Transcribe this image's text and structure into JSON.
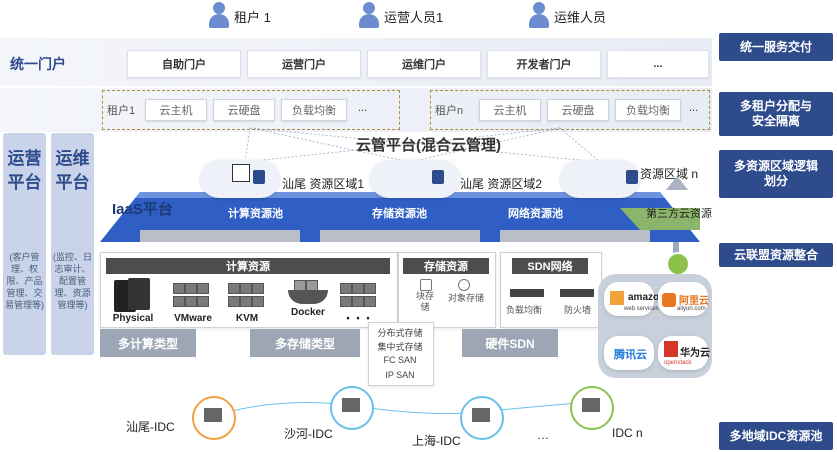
{
  "users": [
    "租户 1",
    "运营人员1",
    "运维人员"
  ],
  "portal": {
    "label": "统一门户",
    "items": [
      "自助门户",
      "运营门户",
      "运维门户",
      "开发者门户",
      "..."
    ]
  },
  "tenants": [
    {
      "name": "租户1",
      "services": [
        "云主机",
        "云硬盘",
        "负载均衡",
        "..."
      ]
    },
    {
      "name": "租户n",
      "services": [
        "云主机",
        "云硬盘",
        "负载均衡",
        "..."
      ]
    }
  ],
  "cmp_title": "云管平台(混合云管理)",
  "iaas_label": "IaaS平台",
  "zones": [
    "汕尾 资源区域1",
    "汕尾 资源区域2",
    "资源区域  n"
  ],
  "pools": [
    "计算资源池",
    "存储资源池",
    "网络资源池"
  ],
  "third_party": "第三方云资源",
  "ops_platform": {
    "title": "运营平台",
    "desc": "(客户管理、权限、产品管理、交易管理等)"
  },
  "om_platform": {
    "title": "运维平台",
    "desc": "(监控、日志审计、配置管理、资源管理等)"
  },
  "compute": {
    "title": "计算资源",
    "items": [
      "Physical",
      "VMware",
      "KVM",
      "Docker",
      "・・・"
    ],
    "type_label": "多计算类型"
  },
  "storage": {
    "title": "存储资源",
    "items": [
      "块存储",
      "对象存储"
    ],
    "list": [
      "分布式存储",
      "集中式存储",
      "FC SAN",
      "IP SAN"
    ],
    "type_label": "多存储类型"
  },
  "sdn": {
    "title": "SDN网络",
    "items": [
      "负载均衡",
      "防火墙"
    ],
    "type_label": "硬件SDN"
  },
  "clouds": [
    {
      "name": "amazon",
      "sub": "web services"
    },
    {
      "name": "阿里云",
      "sub": "aliyun.com"
    },
    {
      "name": "腾讯云",
      "sub": ""
    },
    {
      "name": "华为云",
      "sub": "openstack"
    }
  ],
  "idcs": [
    "汕尾-IDC",
    "沙河-IDC",
    "上海-IDC",
    "…",
    "IDC n"
  ],
  "right_tags": [
    "统一服务交付",
    "多租户分配与安全隔离",
    "多资源区域逻辑划分",
    "云联盟资源整合",
    "多地域IDC资源池"
  ],
  "colors": {
    "navy": "#2e4b8c",
    "iaas_blue": "#2f5fc4",
    "idc_ring": "#6ac0e6"
  }
}
